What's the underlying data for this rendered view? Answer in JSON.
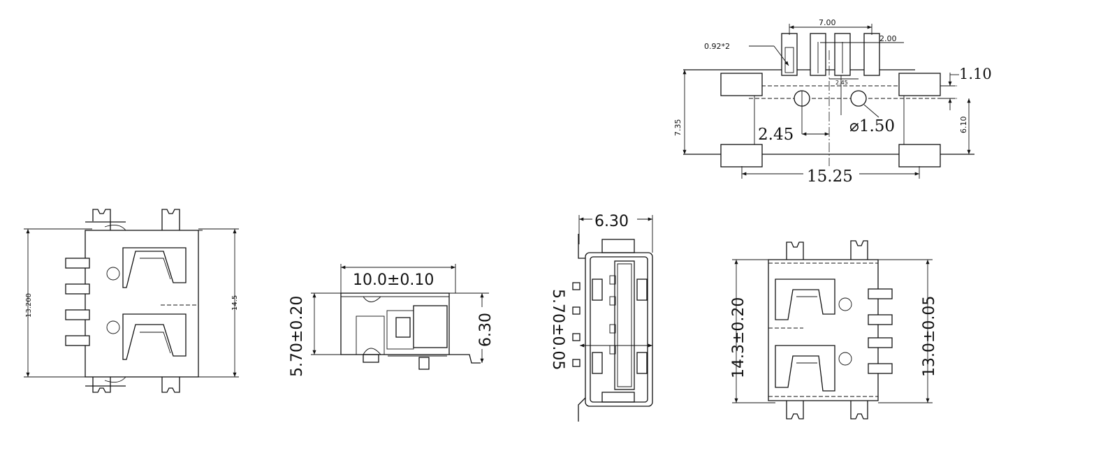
{
  "footprint": {
    "pin_pitch": "7.00",
    "pin_width": "0.92*2",
    "pin_spacing": "2.00",
    "pad_height": "1.10",
    "inner_small": "2.45",
    "total_height": "7.35",
    "pad_offset": "6.10",
    "hole_offset": "2.45",
    "hole_diameter": "⌀1.50",
    "total_width": "15.25"
  },
  "top_view": {
    "overall": "13.200",
    "body": "14.5"
  },
  "side_view": {
    "length": "10.0±0.10",
    "height": "5.70±0.20",
    "pcb_offset": "6.30"
  },
  "front_view": {
    "width": "6.30",
    "height": "5.70±0.05"
  },
  "bottom_view": {
    "overall": "14.3±0.20",
    "body": "13.0±0.05"
  }
}
